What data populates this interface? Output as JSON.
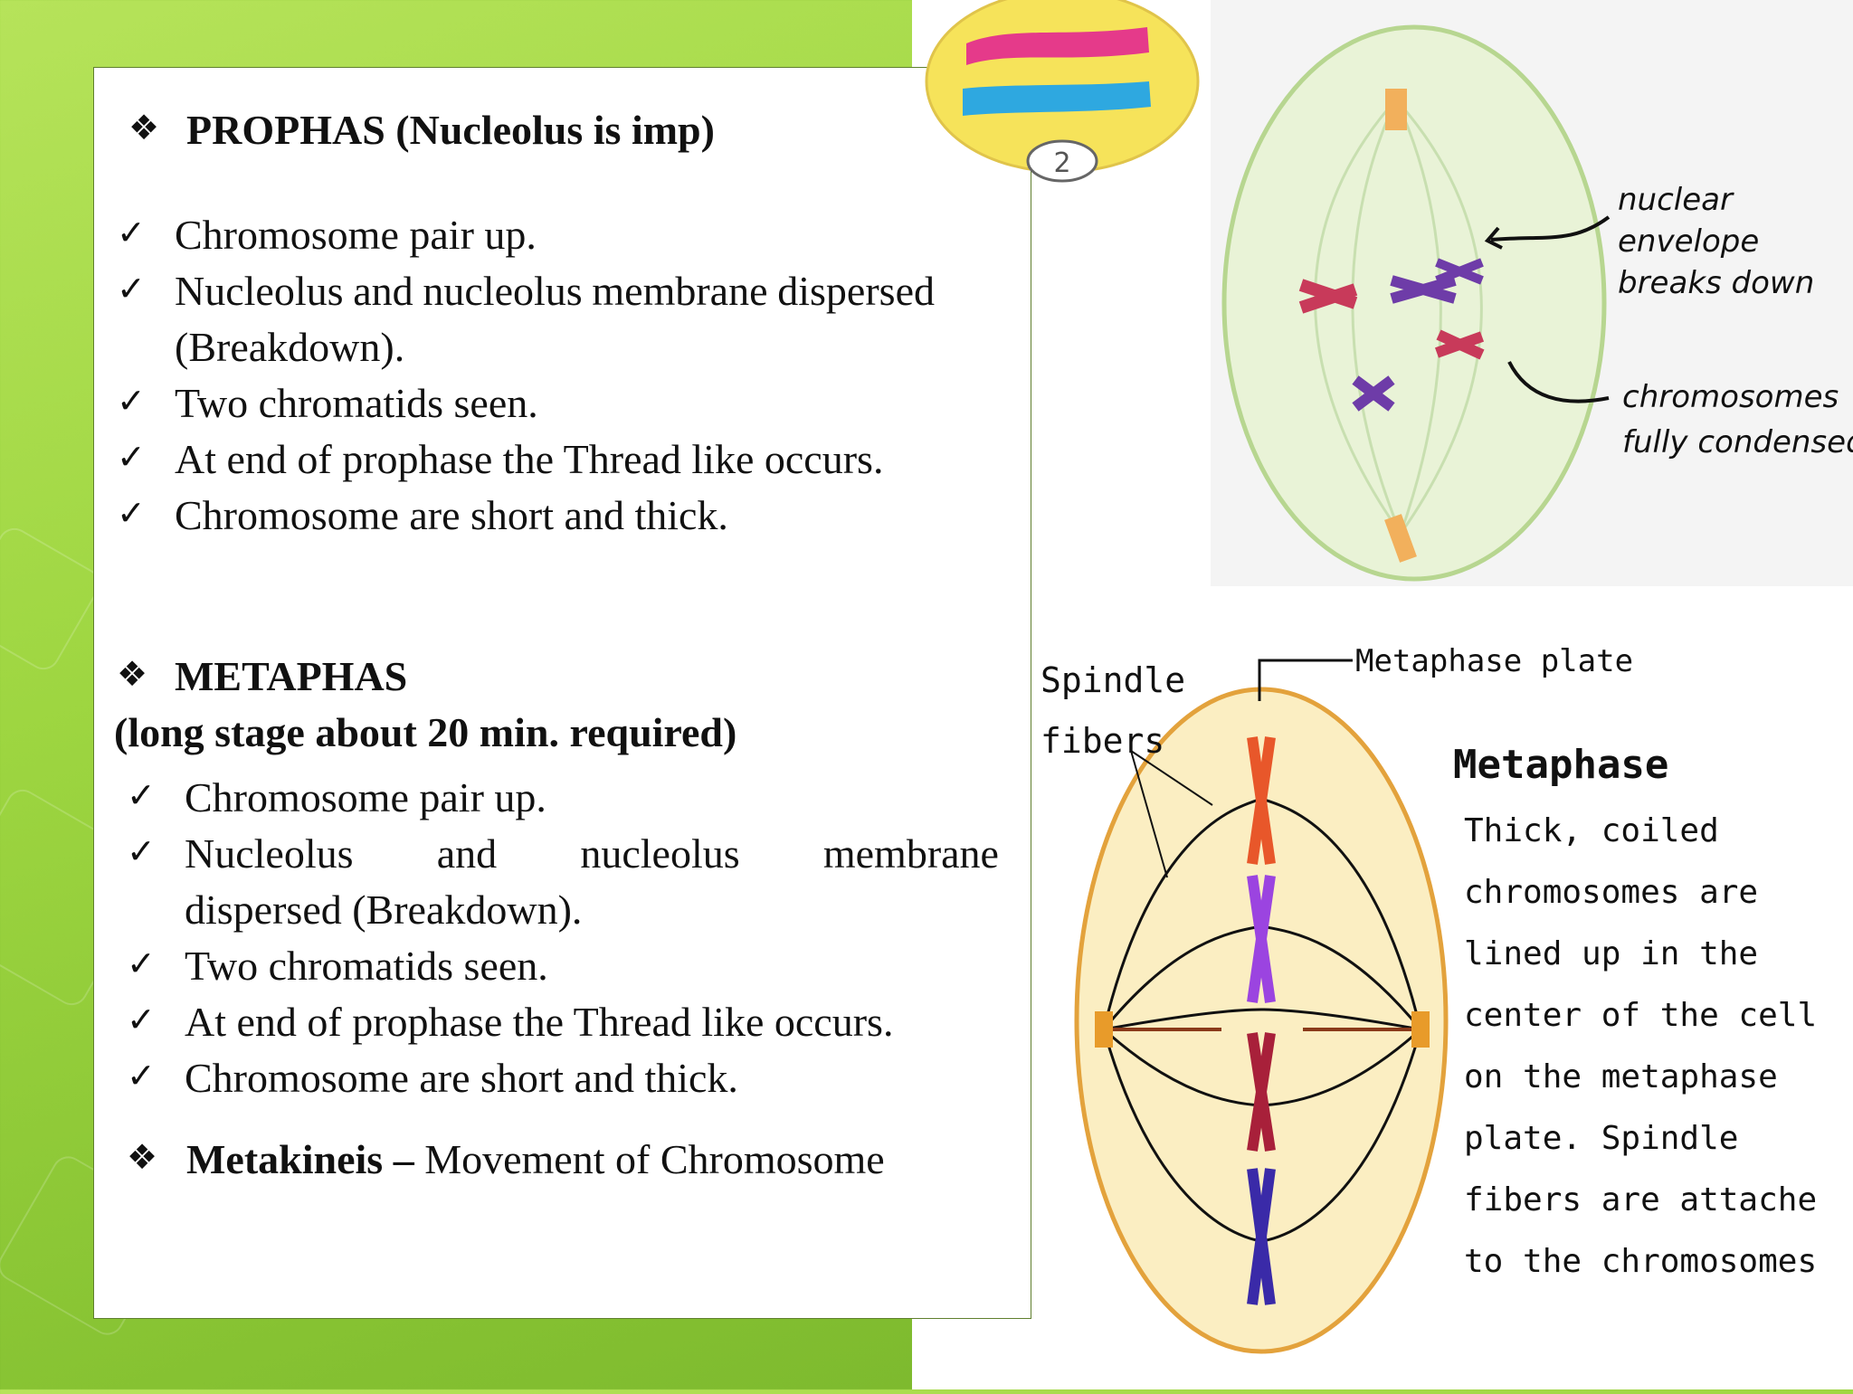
{
  "prophase": {
    "heading": "PROPHAS (Nucleolus is imp)",
    "items": [
      "Chromosome pair up.",
      "Nucleolus and nucleolus membrane dispersed",
      "(Breakdown).",
      "Two chromatids seen.",
      "At end of prophase the Thread like occurs.",
      "Chromosome are short and thick."
    ],
    "justified_words": [
      "Nucleolus",
      "and",
      "nucleolus",
      "membrane",
      "dispersed"
    ]
  },
  "metaphase": {
    "heading": "METAPHAS",
    "subheading": "(long stage about 20 min. required)",
    "items": [
      "Chromosome pair up.",
      "dispersed (Breakdown).",
      "Two chromatids seen.",
      "At end of prophase the Thread like occurs.",
      "Chromosome are short and thick."
    ],
    "justified_words": [
      "Nucleolus",
      "and",
      "nucleolus",
      "membrane"
    ]
  },
  "metakinesis": {
    "term": "Metakineis –",
    "description": " Movement of Chromosome"
  },
  "icons": {
    "bullet": "❖",
    "check": "✓"
  },
  "prophase_diagram": {
    "badge": "2",
    "label1": [
      "nuclear",
      "envelope",
      "breaks down"
    ],
    "label2": [
      "chromosomes",
      "fully condensed"
    ]
  },
  "metaphase_diagram": {
    "spindle_label": [
      "Spindle",
      "fibers"
    ],
    "plate_label": "Metaphase plate",
    "title": "Metaphase",
    "description": [
      "Thick, coiled",
      "chromosomes are",
      "lined up in the",
      "center of the cell",
      "on the metaphase",
      "plate.  Spindle",
      "fibers are attached",
      "to the chromosomes."
    ]
  },
  "colors": {
    "background": "#9ed641",
    "panel_border": "#5f7f2e"
  }
}
